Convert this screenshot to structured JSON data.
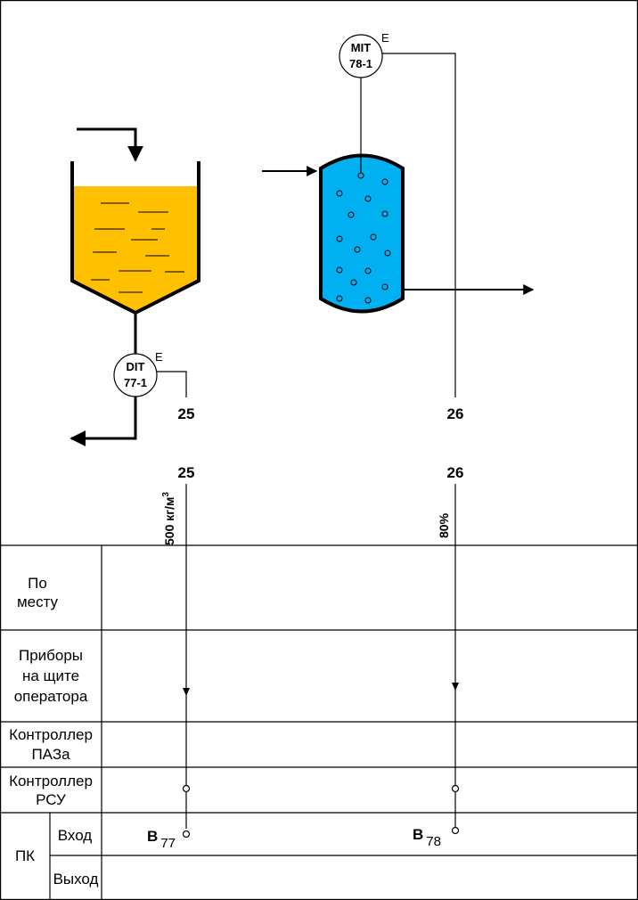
{
  "instruments": {
    "dit": {
      "line1": "DIT",
      "line2": "77-1",
      "signal": "E"
    },
    "mit": {
      "line1": "MIT",
      "line2": "78-1",
      "signal": "E"
    }
  },
  "lines": {
    "left_top": "25",
    "right_top": "26",
    "left_bottom": "25",
    "right_bottom": "26"
  },
  "values": {
    "density_prefix": "500 кг/м",
    "density_sup": "3",
    "level": "80%"
  },
  "table": {
    "rows": [
      {
        "line1": "По",
        "line2": "месту"
      },
      {
        "line1": "Приборы",
        "line2": "на щите",
        "line3": "оператора"
      },
      {
        "line1": "Контроллер",
        "line2": "ПАЗа"
      },
      {
        "line1": "Контроллер",
        "line2": "РСУ"
      }
    ],
    "pk": "ПК",
    "input": "Вход",
    "output": "Выход"
  },
  "pk_inputs": [
    {
      "letter": "B",
      "sub": "77"
    },
    {
      "letter": "B",
      "sub": "78"
    }
  ],
  "colors": {
    "tank_liquid": "#FFC000",
    "vessel_liquid": "#00B0F0"
  }
}
